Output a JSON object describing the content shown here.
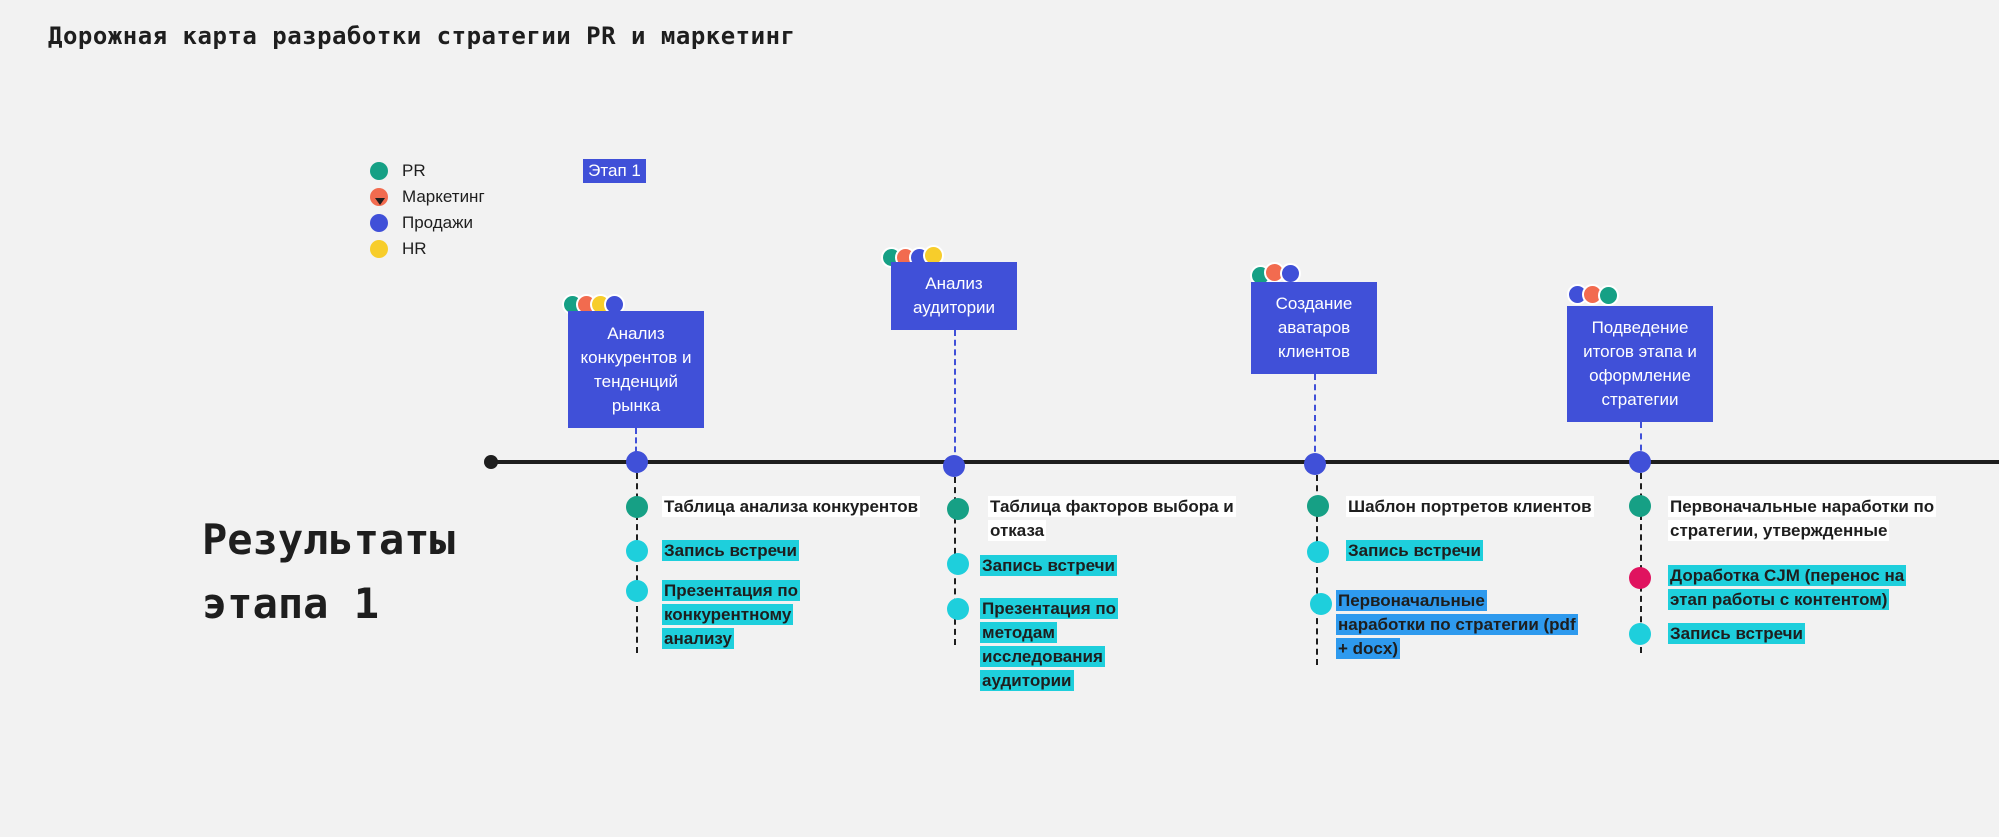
{
  "title": "Дорожная карта разработки стратегии PR и маркетинг",
  "results_heading": "Результаты\nэтапа 1",
  "stage_tag": "Этап 1",
  "colors": {
    "pr": "#16a085",
    "marketing": "#f26b4f",
    "sales": "#4050d8",
    "hr": "#f7cd2b",
    "cjm": "#e0135f",
    "cyan": "#1ecfdc"
  },
  "legend": [
    {
      "label": "PR",
      "color": "#16a085"
    },
    {
      "label": "Маркетинг",
      "color": "#f26b4f"
    },
    {
      "label": "Продажи",
      "color": "#4050d8"
    },
    {
      "label": "HR",
      "color": "#f7cd2b"
    }
  ],
  "phases": [
    {
      "title": "Анализ конкурентов и тенденций рынка",
      "results": [
        "Таблица анализа конкурентов",
        "Запись встречи",
        "Презентация по конкурентному анализу"
      ]
    },
    {
      "title": "Анализ аудитории",
      "results": [
        "Таблица факторов выбора и отказа",
        "Запись встречи",
        "Презентация по методам исследования аудитории"
      ]
    },
    {
      "title": "Создание аватаров клиентов",
      "results": [
        "Шаблон портретов клиентов",
        "Запись встречи",
        "Первоначальные наработки по стратегии (pdf + docx)"
      ]
    },
    {
      "title": "Подведение итогов этапа и оформление стратегии",
      "results": [
        "Первоначальные наработки по стратегии, утвержденные",
        "Доработка CJM (перенос на этап работы с контентом)",
        "Запись встречи"
      ]
    }
  ]
}
